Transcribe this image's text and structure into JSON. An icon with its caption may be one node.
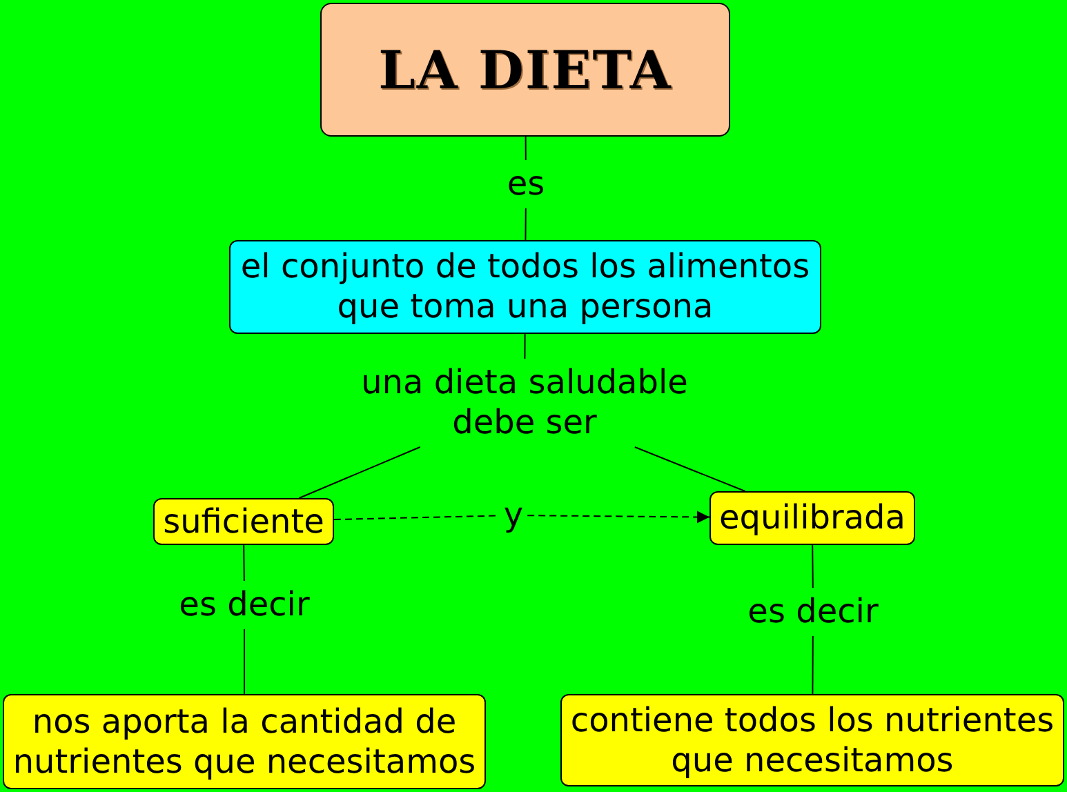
{
  "diagram": {
    "nodes": [
      {
        "text": [
          "LA DIETA"
        ]
      },
      {
        "text": [
          "es"
        ]
      },
      {
        "text": [
          "el conjunto de todos los alimentos que toma una persona"
        ]
      },
      {
        "text": [
          "una dieta saludable debe ser"
        ]
      },
      {
        "text": [
          "suficiente"
        ]
      },
      {
        "text": [
          "y"
        ]
      },
      {
        "text": [
          "equilibrada"
        ]
      },
      {
        "text": [
          "es decir"
        ]
      },
      {
        "text": [
          "nos aporta la cantidad de nutrientes que necesitamos"
        ]
      },
      {
        "text": [
          "es decir"
        ]
      },
      {
        "text": [
          "contiene todos los nutrientes que necesitamos"
        ]
      }
    ],
    "edges": [
      {
        "from": 0,
        "to": 1,
        "arrow": "none"
      },
      {
        "from": 1,
        "to": 2,
        "arrow": "none"
      },
      {
        "from": 2,
        "to": 3,
        "arrow": "none"
      },
      {
        "from": 3,
        "to": 4,
        "arrow": "none"
      },
      {
        "from": 3,
        "to": 6,
        "arrow": "none"
      },
      {
        "from": 4,
        "to": 5,
        "arrow": "none",
        "style": "dashed"
      },
      {
        "from": 5,
        "to": 6,
        "arrow": "to",
        "style": "dashed"
      },
      {
        "from": 4,
        "to": 7,
        "arrow": "none"
      },
      {
        "from": 7,
        "to": 8,
        "arrow": "none"
      },
      {
        "from": 6,
        "to": 9,
        "arrow": "none"
      },
      {
        "from": 9,
        "to": 10,
        "arrow": "none"
      }
    ]
  }
}
